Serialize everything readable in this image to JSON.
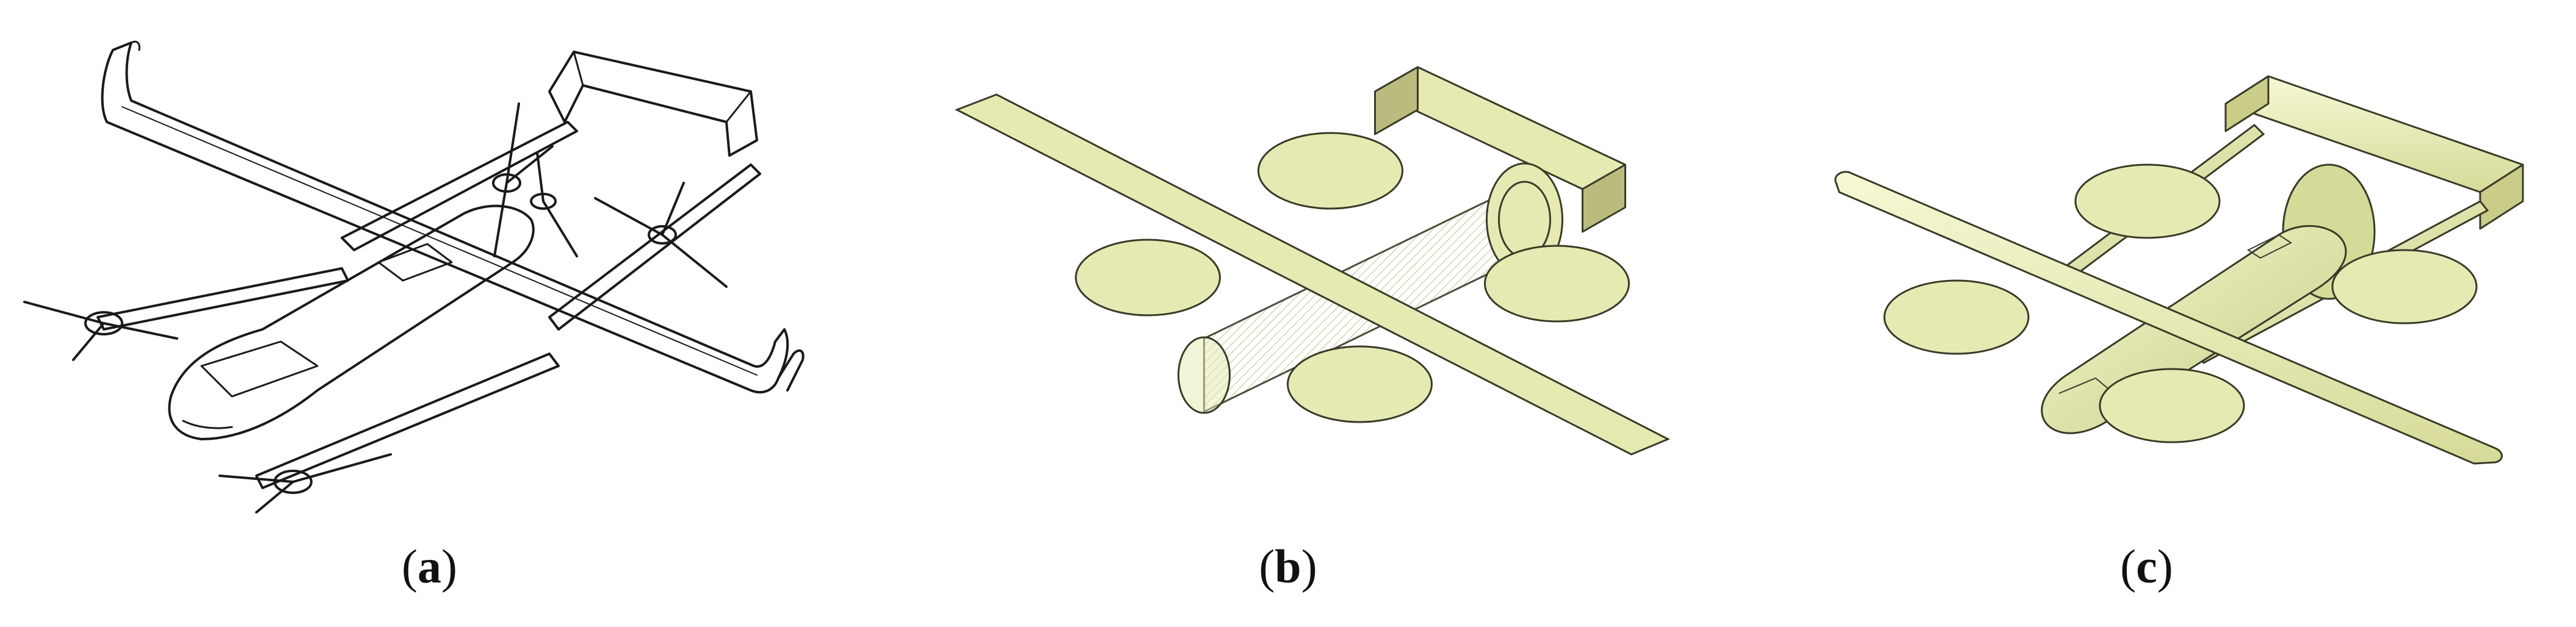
{
  "figure": {
    "panels": [
      {
        "id": "a",
        "caption_open": "(",
        "caption_letter": "a",
        "caption_close": ")",
        "style": "pencil sketch"
      },
      {
        "id": "b",
        "caption_open": "(",
        "caption_letter": "b",
        "caption_close": ")",
        "style": "translucent 3D model"
      },
      {
        "id": "c",
        "caption_open": "(",
        "caption_letter": "c",
        "caption_close": ")",
        "style": "shaded 3D model"
      }
    ]
  },
  "colors": {
    "model_fill": "#e6eab2",
    "model_fill_light": "#eef2c4",
    "model_shadow": "#b9bc7d",
    "model_stroke": "#3a3a28",
    "sketch_stroke": "#1a1a1a"
  }
}
